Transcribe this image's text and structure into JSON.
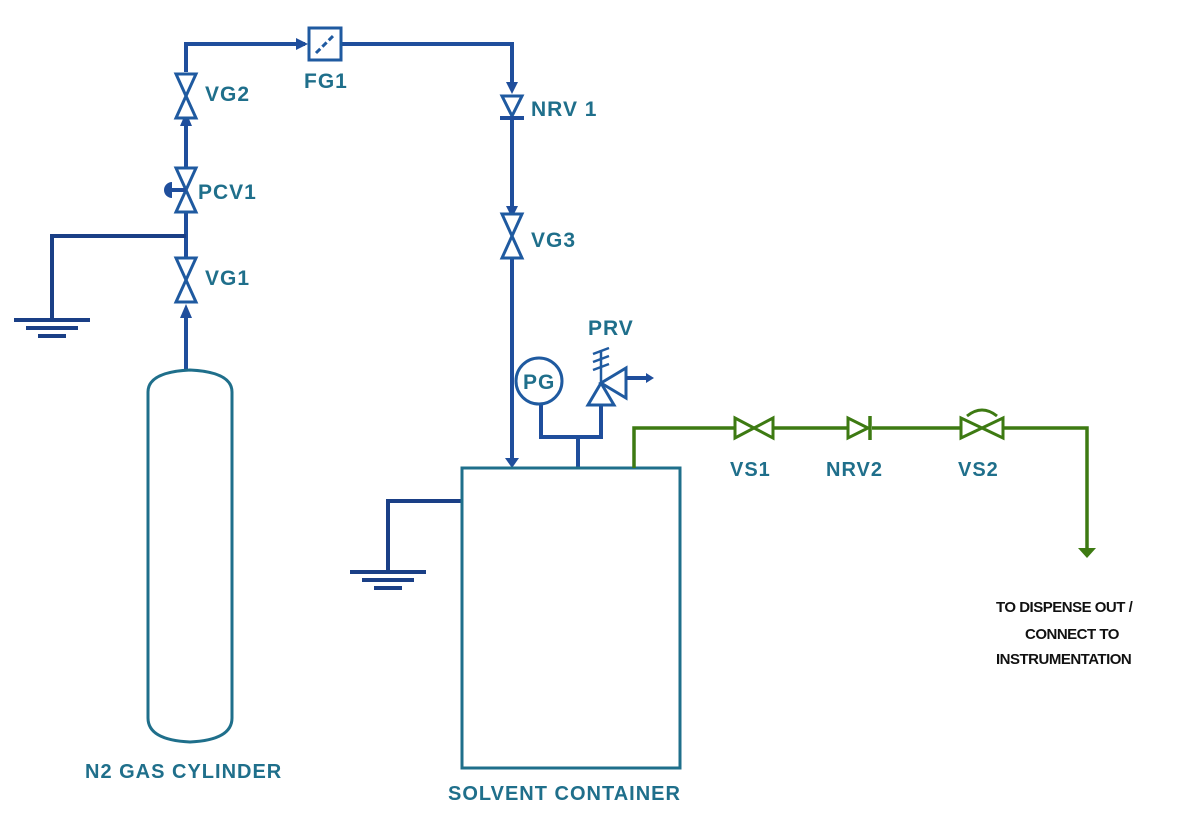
{
  "title": "",
  "labels": {
    "vg2": "VG2",
    "fg1": "FG1",
    "nrv1": "NRV 1",
    "pcv1": "PCV1",
    "vg1": "VG1",
    "vg3": "VG3",
    "prv": "PRV",
    "pg": "PG",
    "vs1": "VS1",
    "nrv2": "NRV2",
    "vs2": "VS2"
  },
  "equipment": {
    "cylinder": "N2 GAS CYLINDER",
    "container": "SOLVENT CONTAINER"
  },
  "outlet_note": {
    "line1": "TO DISPENSE OUT /",
    "line2": "CONNECT TO",
    "line3": "INSTRUMENTATION"
  },
  "colors": {
    "gas_line": "#1f4e9c",
    "liquid_line": "#3d7a12",
    "vessel": "#1f6f8b",
    "label": "#1f6f8b"
  }
}
